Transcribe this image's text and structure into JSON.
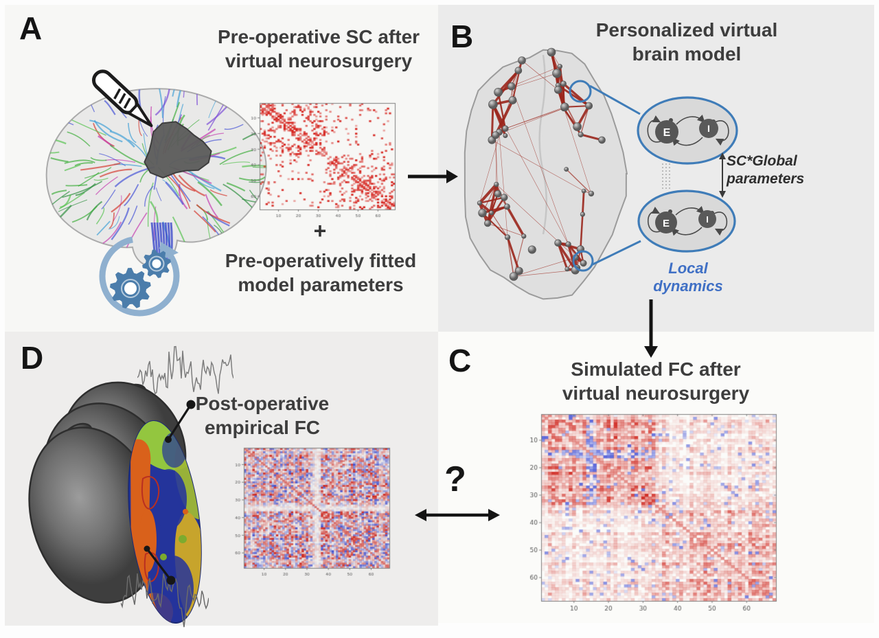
{
  "panels": {
    "a": {
      "label": "A",
      "title": "Pre-operative SC after\nvirtual neurosurgery",
      "plus": "+",
      "fitted_caption": "Pre-operatively fitted\nmodel parameters",
      "bg": "#f7f7f5"
    },
    "b": {
      "label": "B",
      "title": "Personalized virtual\nbrain model",
      "coupling_caption": "SC*Global\nparameters",
      "local_dynamics_caption": "Local dynamics",
      "excitatory": "E",
      "inhibitory": "I",
      "bg": "#ebebeb"
    },
    "c": {
      "label": "C",
      "title": "Simulated FC after\nvirtual neurosurgery",
      "bg": "#fbfbf9"
    },
    "d": {
      "label": "D",
      "title": "Post-operative\nempirical FC",
      "bg": "#eeedec"
    },
    "question_mark": "?"
  },
  "chart_data": [
    {
      "type": "heatmap",
      "name": "pre-operative-structural-connectivity-matrix",
      "panel": "A",
      "n_regions": 68,
      "axis_range": [
        1,
        68
      ],
      "x_ticks": [
        10,
        20,
        30,
        40,
        50,
        60
      ],
      "y_ticks": [
        10,
        20,
        30,
        40,
        50,
        60
      ],
      "colormap": "white to red, sparse binary-like connectome",
      "pattern": "dense intra-hemispheric blocks (regions 1-34 and 35-68), sparse inter-hemispheric connections, strong near-diagonal"
    },
    {
      "type": "heatmap",
      "name": "simulated-fc-matrix",
      "panel": "C",
      "n_regions": 68,
      "axis_range": [
        1,
        68
      ],
      "x_ticks": [
        10,
        20,
        30,
        40,
        50,
        60
      ],
      "y_ticks": [
        10,
        20,
        30,
        40,
        50,
        60
      ],
      "colormap": "blue-white-red correlation map",
      "pattern": "strong red correlations in upper-left block (1-33), blue anti-correlation band near region 14-15, moderate red lower-right block, scattered blue cells"
    },
    {
      "type": "heatmap",
      "name": "post-operative-empirical-fc-matrix",
      "panel": "D",
      "n_regions": 68,
      "axis_range": [
        1,
        68
      ],
      "x_ticks": [
        10,
        20,
        30,
        40,
        50,
        60
      ],
      "y_ticks": [
        10,
        20,
        30,
        40,
        50,
        60
      ],
      "colormap": "blue-white-red correlation map",
      "pattern": "dense speckled mix of red and blue correlations across whole matrix, faint light band near regions 32-35"
    }
  ],
  "colors": {
    "text": "#3d3d3d",
    "panel_letters": "#141414",
    "arrows": "#141414",
    "accent_blue": "#3f7cb8",
    "local_dynamics_blue": "#4070c5",
    "sc_red": "#d41c16",
    "fc_red": "#d02a22",
    "fc_blue": "#4856d6",
    "network_red": "#9b261c",
    "gear_blue": "#4b7dab",
    "ring_blue": "#8fb0cf"
  }
}
